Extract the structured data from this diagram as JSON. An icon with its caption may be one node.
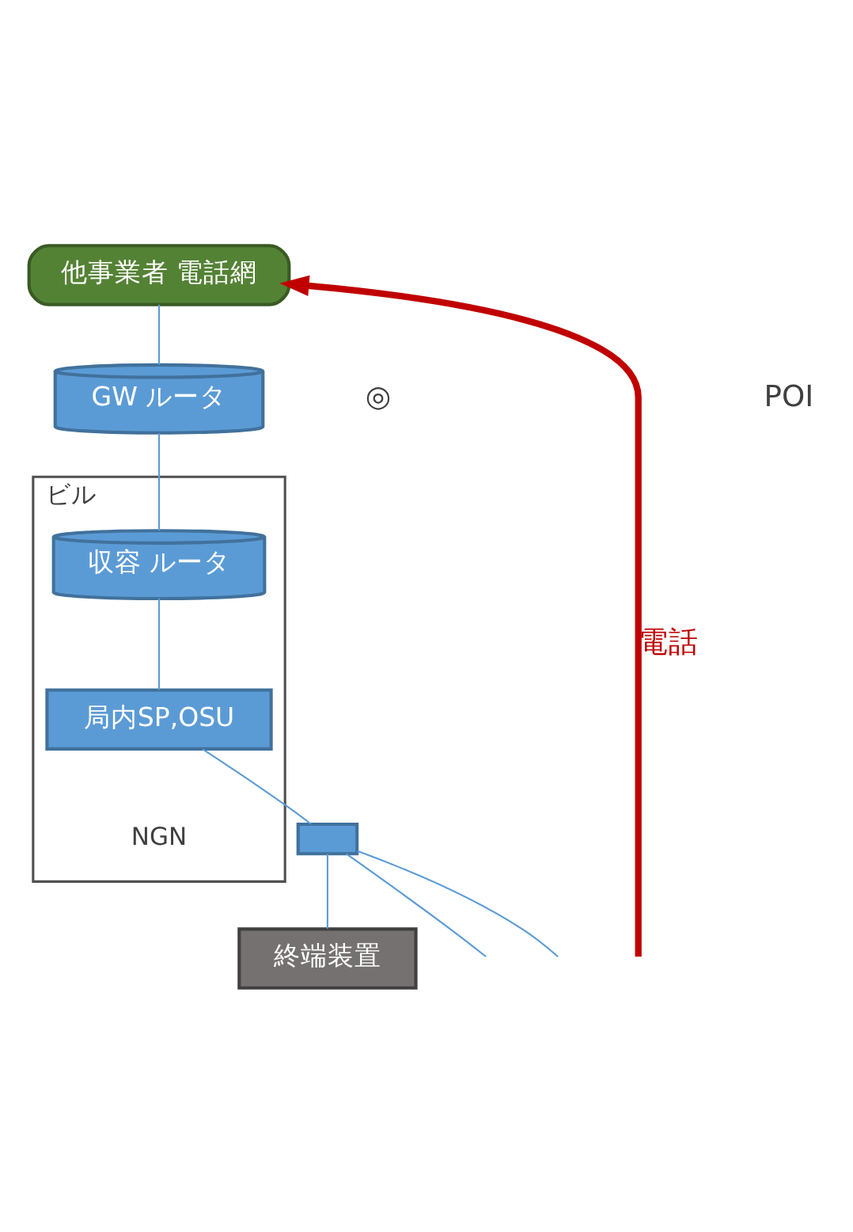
{
  "diagram": {
    "nodes": [
      {
        "text": [
          "他事業者 電話網"
        ]
      },
      {
        "text": [
          "ビル",
          "NGN"
        ]
      },
      {
        "text": [
          "GW ルータ"
        ]
      },
      {
        "text": [
          "収容 ルータ"
        ],
        "in": 1
      },
      {
        "text": [
          "局内SP,OSU"
        ],
        "in": 1
      },
      {
        "text": [],
        "shape": "box"
      },
      {
        "text": [
          "終端装置"
        ]
      }
    ],
    "edges": [
      {
        "from": 0,
        "to": 2,
        "arrow": "none"
      },
      {
        "from": 2,
        "to": 3,
        "arrow": "none"
      },
      {
        "from": 3,
        "to": 4,
        "arrow": "none"
      },
      {
        "from": 4,
        "to": 5,
        "arrow": "none"
      },
      {
        "from": 5,
        "to": 6,
        "arrow": "none"
      },
      {
        "from": 5,
        "to": null,
        "arrow": "none"
      },
      {
        "from": 5,
        "to": null,
        "arrow": "none"
      },
      {
        "from": null,
        "to": 0,
        "arrow": "to",
        "label": "電話",
        "style": "thick",
        "color": "#c00000"
      }
    ],
    "labels": [
      "◎",
      "POI"
    ]
  }
}
